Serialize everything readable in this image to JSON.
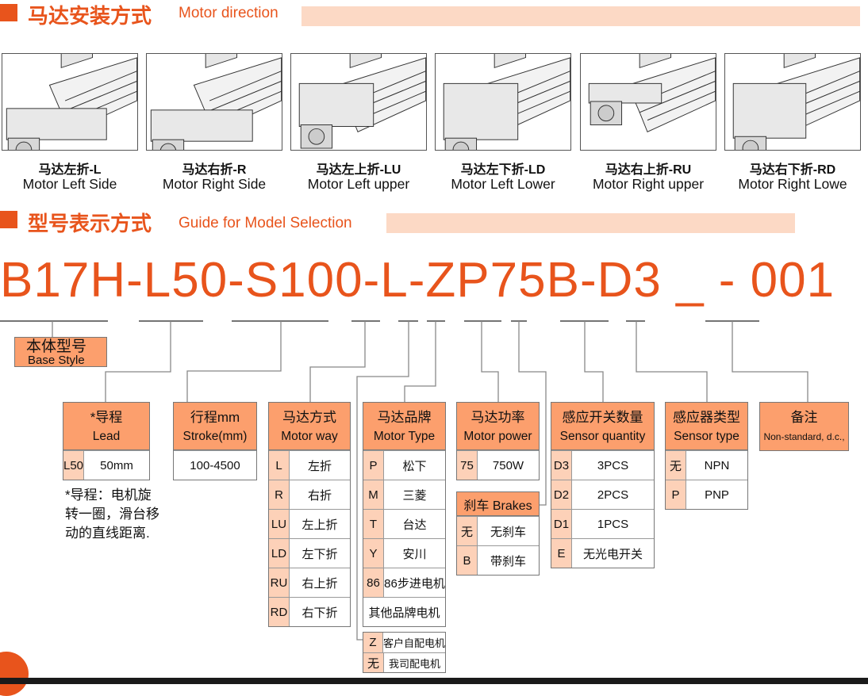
{
  "colors": {
    "accent": "#e8541c",
    "header_fill": "#fc9f6d",
    "code_fill": "#fdd1b8",
    "bar": "#fcd9c5"
  },
  "section1": {
    "title_cn": "马达安装方式",
    "title_en": "Motor direction"
  },
  "directions": [
    {
      "cn": "马达左折-L",
      "en": "Motor Left Side"
    },
    {
      "cn": "马达右折-R",
      "en": "Motor Right Side"
    },
    {
      "cn": "马达左上折-LU",
      "en": "Motor Left upper"
    },
    {
      "cn": "马达左下折-LD",
      "en": "Motor Left Lower"
    },
    {
      "cn": "马达右上折-RU",
      "en": "Motor Right upper"
    },
    {
      "cn": "马达右下折-RD",
      "en": "Motor Right Lowe"
    }
  ],
  "section2": {
    "title_cn": "型号表示方式",
    "title_en": "Guide for Model Selection"
  },
  "model_code": "B17H-L50-S100-L-ZP75B-D3 _ - 001",
  "base_style": {
    "cn": "本体型号",
    "en": "Base Style"
  },
  "tables": {
    "lead": {
      "cn": "*导程",
      "en": "Lead",
      "rows": [
        [
          "L50",
          "50mm"
        ]
      ]
    },
    "stroke": {
      "cn": "行程mm",
      "en": "Stroke(mm)",
      "rows": [
        [
          "",
          "100-4500"
        ]
      ]
    },
    "motor_way": {
      "cn": "马达方式",
      "en": "Motor way",
      "rows": [
        [
          "L",
          "左折"
        ],
        [
          "R",
          "右折"
        ],
        [
          "LU",
          "左上折"
        ],
        [
          "LD",
          "左下折"
        ],
        [
          "RU",
          "右上折"
        ],
        [
          "RD",
          "右下折"
        ]
      ]
    },
    "motor_type": {
      "cn": "马达品牌",
      "en": "Motor Type",
      "rows": [
        [
          "P",
          "松下"
        ],
        [
          "M",
          "三菱"
        ],
        [
          "T",
          "台达"
        ],
        [
          "Y",
          "安川"
        ],
        [
          "86",
          "86步进电机"
        ],
        [
          "",
          "其他品牌电机"
        ]
      ]
    },
    "motor_power": {
      "cn": "马达功率",
      "en": "Motor power",
      "rows": [
        [
          "75",
          "750W"
        ]
      ]
    },
    "sensor_qty": {
      "cn": "感应开关数量",
      "en": "Sensor quantity",
      "rows": [
        [
          "D3",
          "3PCS"
        ],
        [
          "D2",
          "2PCS"
        ],
        [
          "D1",
          "1PCS"
        ],
        [
          "E",
          "无光电开关"
        ]
      ]
    },
    "sensor_type": {
      "cn": "感应器类型",
      "en": "Sensor type",
      "rows": [
        [
          "无",
          "NPN"
        ],
        [
          "P",
          "PNP"
        ]
      ]
    },
    "remarks": {
      "cn": "备注",
      "en": "Non-standard, d.c.,",
      "rows": []
    }
  },
  "brakes": {
    "title": "刹车 Brakes",
    "rows": [
      [
        "无",
        "无刹车"
      ],
      [
        "B",
        "带刹车"
      ]
    ]
  },
  "motor_source": {
    "rows": [
      [
        "Z",
        "客户自配电机"
      ],
      [
        "无",
        "我司配电机"
      ]
    ]
  },
  "lead_note": "*导程：电机旋转一圈，滑台移动的直线距离."
}
